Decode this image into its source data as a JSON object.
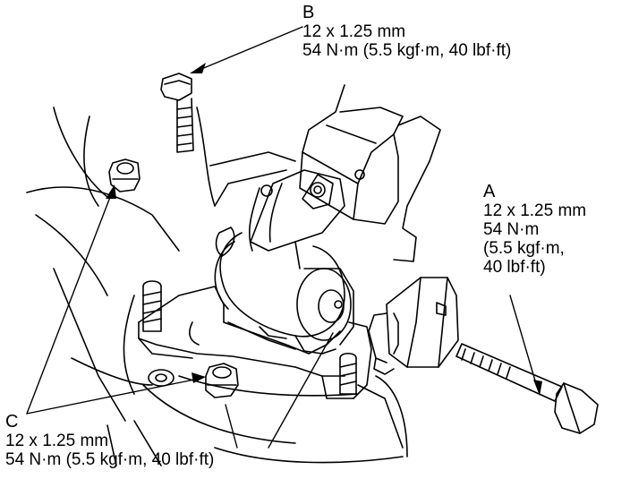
{
  "callouts": {
    "b": {
      "letter": "B",
      "size": "12 x 1.25 mm",
      "torque": "54 N·m (5.5 kgf·m, 40 lbf·ft)"
    },
    "a": {
      "letter": "A",
      "size": "12 x 1.25 mm",
      "torque_1": "54 N·m",
      "torque_2": "(5.5 kgf·m,",
      "torque_3": "40 lbf·ft)"
    },
    "c": {
      "letter": "C",
      "size": "12 x 1.25 mm",
      "torque": "54 N·m (5.5 kgf·m, 40 lbf·ft)"
    }
  },
  "colors": {
    "ink": "#000000",
    "paper": "#ffffff"
  }
}
